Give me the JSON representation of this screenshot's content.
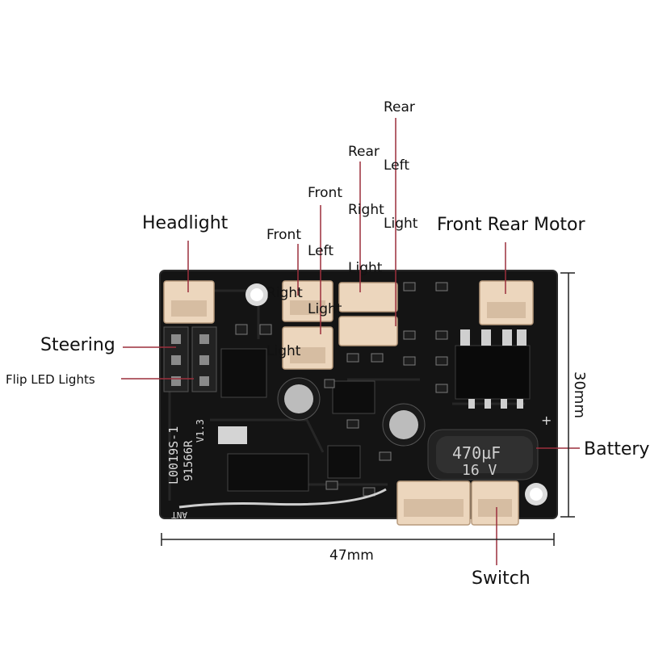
{
  "labels": {
    "headlight": "Headlight",
    "front_rear_motor": "Front Rear Motor",
    "steering": "Steering",
    "flip_led_lights": "Flip LED Lights",
    "battery": "Battery",
    "switch": "Switch",
    "front_right_light": [
      "Front",
      "Right",
      "Light"
    ],
    "front_left_light": [
      "Front",
      "Left",
      "Light"
    ],
    "rear_right_light": [
      "Rear",
      "Right",
      "Light"
    ],
    "rear_left_light": [
      "Rear",
      "Left",
      "Light"
    ]
  },
  "dimensions": {
    "width": "47mm",
    "height": "30mm"
  },
  "board_markings": {
    "model": "L0019S-1",
    "part": "91566R",
    "version": "V1.3",
    "ant": "ANT",
    "capacitor_value": "470µF",
    "capacitor_voltage": "16 V",
    "plus": "+"
  },
  "colors": {
    "pcb": "#141414",
    "connector": "#ecd6bd",
    "leader_line": "#9b2f3c",
    "text": "#111111"
  }
}
